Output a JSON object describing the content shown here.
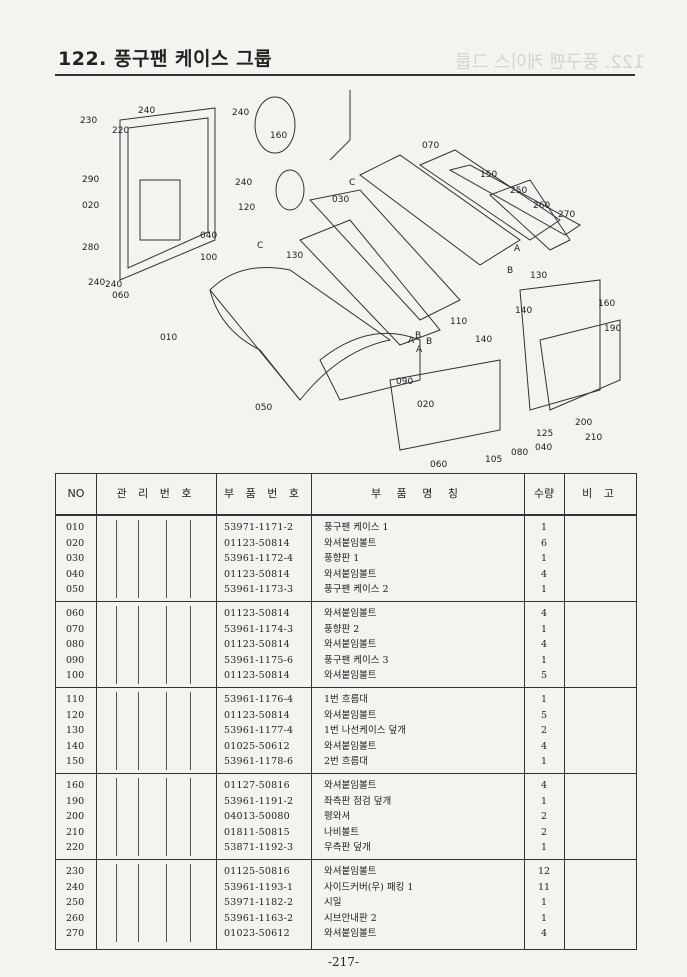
{
  "page": {
    "title": "122. 풍구팬 케이스 그룹",
    "page_number": "-217-"
  },
  "table": {
    "headers": {
      "no": "NO",
      "mgmt": "관 리 번 호",
      "part_no": "부 품 번 호",
      "name": "부 품 명 칭",
      "qty": "수량",
      "note": "비 고"
    },
    "groups": [
      [
        {
          "no": "010",
          "part": "53971-1171-2",
          "name": "풍구팬 케이스 1",
          "qty": "1"
        },
        {
          "no": "020",
          "part": "01123-50814",
          "name": "와셔붙임볼트",
          "qty": "6"
        },
        {
          "no": "030",
          "part": "53961-1172-4",
          "name": "풍향판 1",
          "qty": "1"
        },
        {
          "no": "040",
          "part": "01123-50814",
          "name": "와셔붙임볼트",
          "qty": "4"
        },
        {
          "no": "050",
          "part": "53961-1173-3",
          "name": "풍구팬 케이스 2",
          "qty": "1"
        }
      ],
      [
        {
          "no": "060",
          "part": "01123-50814",
          "name": "와셔붙임볼트",
          "qty": "4"
        },
        {
          "no": "070",
          "part": "53961-1174-3",
          "name": "풍향판 2",
          "qty": "1"
        },
        {
          "no": "080",
          "part": "01123-50814",
          "name": "와셔붙임볼트",
          "qty": "4"
        },
        {
          "no": "090",
          "part": "53961-1175-6",
          "name": "풍구팬 케이스 3",
          "qty": "1"
        },
        {
          "no": "100",
          "part": "01123-50814",
          "name": "와셔붙임볼트",
          "qty": "5"
        }
      ],
      [
        {
          "no": "110",
          "part": "53961-1176-4",
          "name": "1번 흐름대",
          "qty": "1"
        },
        {
          "no": "120",
          "part": "01123-50814",
          "name": "와셔붙임볼트",
          "qty": "5"
        },
        {
          "no": "130",
          "part": "53961-1177-4",
          "name": "1번 나선케이스 덮개",
          "qty": "2"
        },
        {
          "no": "140",
          "part": "01025-50612",
          "name": "와셔붙임볼트",
          "qty": "4"
        },
        {
          "no": "150",
          "part": "53961-1178-6",
          "name": "2번 흐름대",
          "qty": "1"
        }
      ],
      [
        {
          "no": "160",
          "part": "01127-50816",
          "name": "와셔붙임볼트",
          "qty": "4"
        },
        {
          "no": "190",
          "part": "53961-1191-2",
          "name": "좌측판 점검 덮개",
          "qty": "1"
        },
        {
          "no": "200",
          "part": "04013-50080",
          "name": "평와셔",
          "qty": "2"
        },
        {
          "no": "210",
          "part": "01811-50815",
          "name": "나비볼트",
          "qty": "2"
        },
        {
          "no": "220",
          "part": "53871-1192-3",
          "name": "우측판 덮개",
          "qty": "1"
        }
      ],
      [
        {
          "no": "230",
          "part": "01125-50816",
          "name": "와셔붙임볼트",
          "qty": "12"
        },
        {
          "no": "240",
          "part": "53961-1193-1",
          "name": "사이드커버(우) 패킹 1",
          "qty": "11"
        },
        {
          "no": "250",
          "part": "53971-1182-2",
          "name": "시일",
          "qty": "1"
        },
        {
          "no": "260",
          "part": "53961-1163-2",
          "name": "시브안내판 2",
          "qty": "1"
        },
        {
          "no": "270",
          "part": "01023-50612",
          "name": "와셔붙임볼트",
          "qty": "4"
        }
      ]
    ]
  },
  "diagram": {
    "callouts": [
      "230",
      "220",
      "240",
      "290",
      "020",
      "280",
      "240",
      "240",
      "060",
      "010",
      "050",
      "240",
      "160",
      "240",
      "120",
      "040",
      "100",
      "130",
      "070",
      "030",
      "150",
      "250",
      "260",
      "270",
      "110",
      "140",
      "160",
      "190",
      "090",
      "020",
      "125",
      "080",
      "040",
      "200",
      "210",
      "060",
      "105",
      "140",
      "130"
    ],
    "markers": [
      "A",
      "B",
      "C",
      "C",
      "A",
      "B",
      "A",
      "B"
    ]
  }
}
